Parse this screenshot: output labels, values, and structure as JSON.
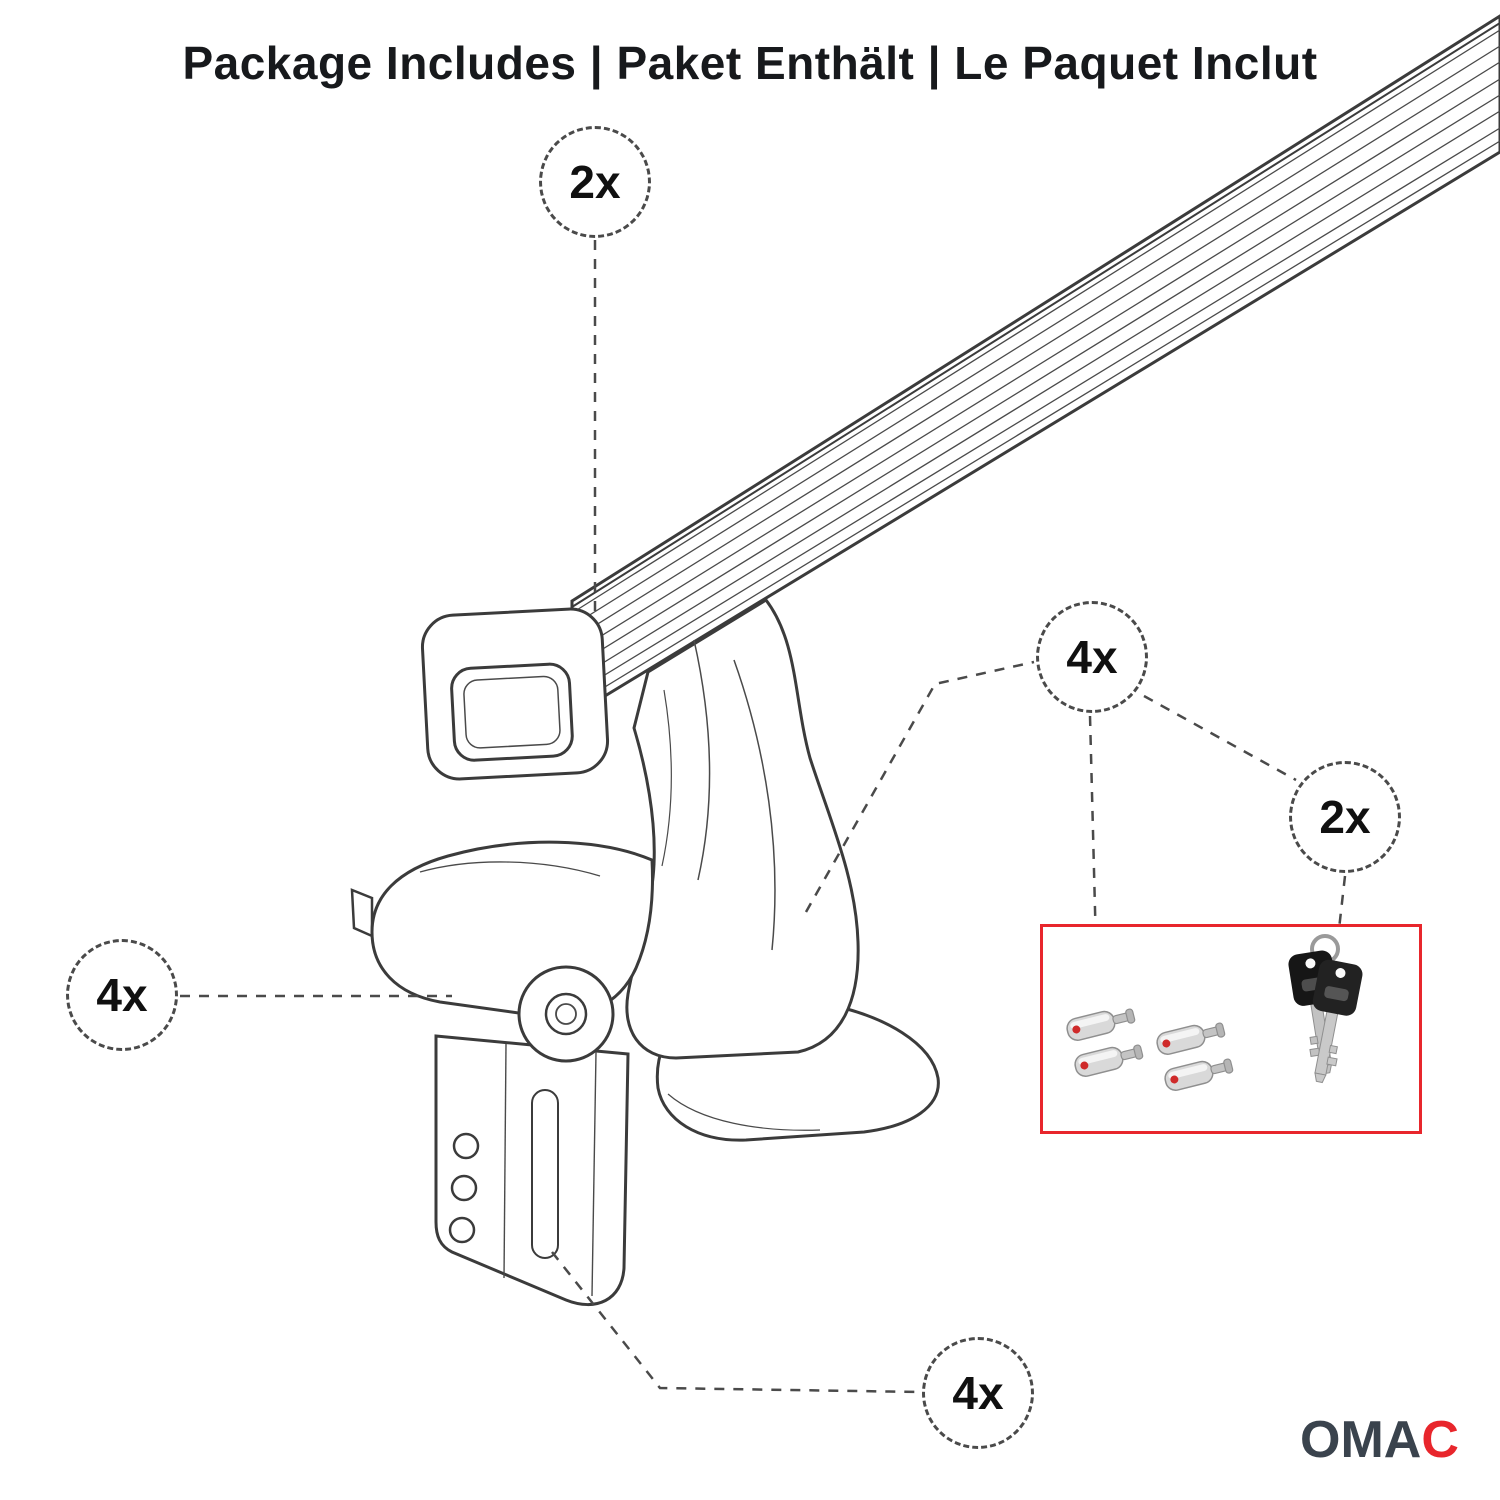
{
  "title": "Package Includes | Paket Enthält | Le Paquet Inclut",
  "callouts": {
    "crossbar_qty": {
      "label": "2x"
    },
    "lock_bolt_qty": {
      "label": "4x"
    },
    "key_qty": {
      "label": "2x"
    },
    "foot_qty": {
      "label": "4x"
    },
    "clamp_qty": {
      "label": "4x"
    }
  },
  "hardware_box": {
    "icons": {
      "lock_cylinders": "lock-cylinder-set-icon",
      "keys": "key-pair-icon"
    },
    "border_color": "#e8262c"
  },
  "brand": {
    "name_primary": "OMA",
    "name_accent": "C"
  },
  "colors": {
    "accent_red": "#e8262c",
    "line_art": "#3b3b3b",
    "text": "#17191c"
  }
}
